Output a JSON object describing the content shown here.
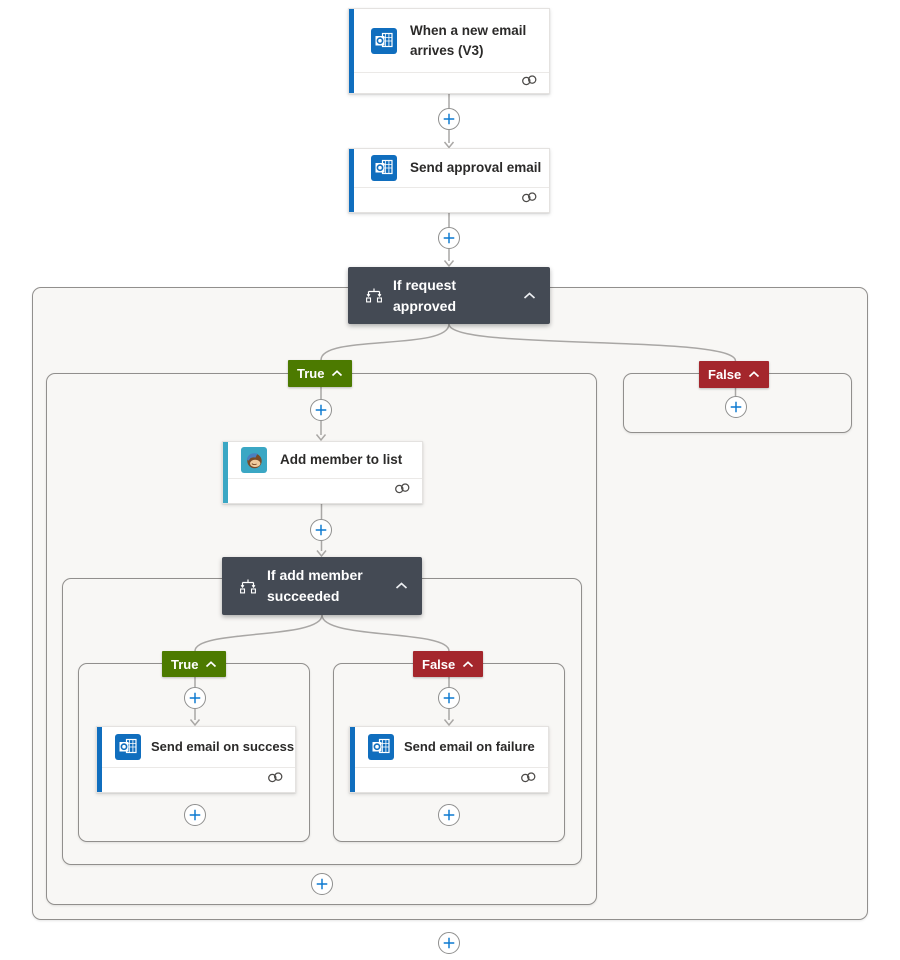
{
  "app": {
    "name": "Flow designer canvas"
  },
  "colors": {
    "outlook_accent": "#106ebe",
    "mailchimp_accent": "#3ba7c4",
    "condition_header_bg": "#444a54",
    "true_badge_bg": "#4c7a00",
    "false_badge_bg": "#a4262c",
    "plus_glyph": "#0b79d0",
    "connector_line": "#a9a7a5",
    "container_bg": "#f8f7f5"
  },
  "icons": {
    "trigger": "outlook-icon",
    "approval": "outlook-icon",
    "condition": "condition-icon",
    "add_member": "mailchimp-icon",
    "success": "outlook-icon",
    "failure": "outlook-icon",
    "card_footer": "link-icon",
    "collapse": "chevron-up-icon",
    "insert_step": "plus-icon"
  },
  "cards": {
    "trigger": {
      "title": "When a new email arrives (V3)"
    },
    "approval": {
      "title": "Send approval email"
    },
    "condition1": {
      "title": "If request approved"
    },
    "add_member": {
      "title": "Add member to list"
    },
    "condition2": {
      "title": "If add member succeeded"
    },
    "success": {
      "title": "Send email on success"
    },
    "failure": {
      "title": "Send email on failure"
    }
  },
  "badges": {
    "true1": {
      "label": "True"
    },
    "false1": {
      "label": "False"
    },
    "true2": {
      "label": "True"
    },
    "false2": {
      "label": "False"
    }
  }
}
